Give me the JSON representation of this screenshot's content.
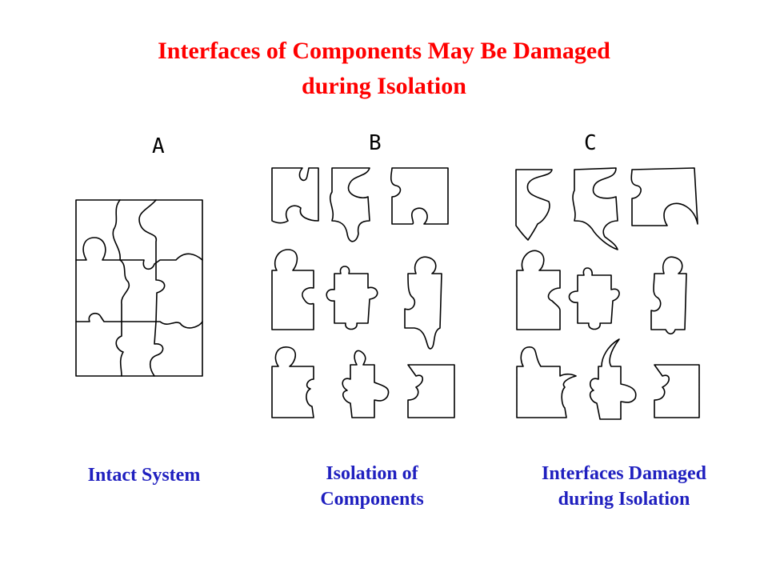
{
  "title": {
    "line1": "Interfaces of Components  May Be Damaged",
    "line2": "during Isolation"
  },
  "panels": [
    {
      "letter": "A",
      "caption_line1": "Intact System",
      "caption_line2": ""
    },
    {
      "letter": "B",
      "caption_line1": "Isolation of",
      "caption_line2": "Components"
    },
    {
      "letter": "C",
      "caption_line1": "Interfaces Damaged",
      "caption_line2": "during Isolation"
    }
  ],
  "colors": {
    "title": "#ff0000",
    "caption": "#1f1fbf",
    "outline": "#000000"
  }
}
